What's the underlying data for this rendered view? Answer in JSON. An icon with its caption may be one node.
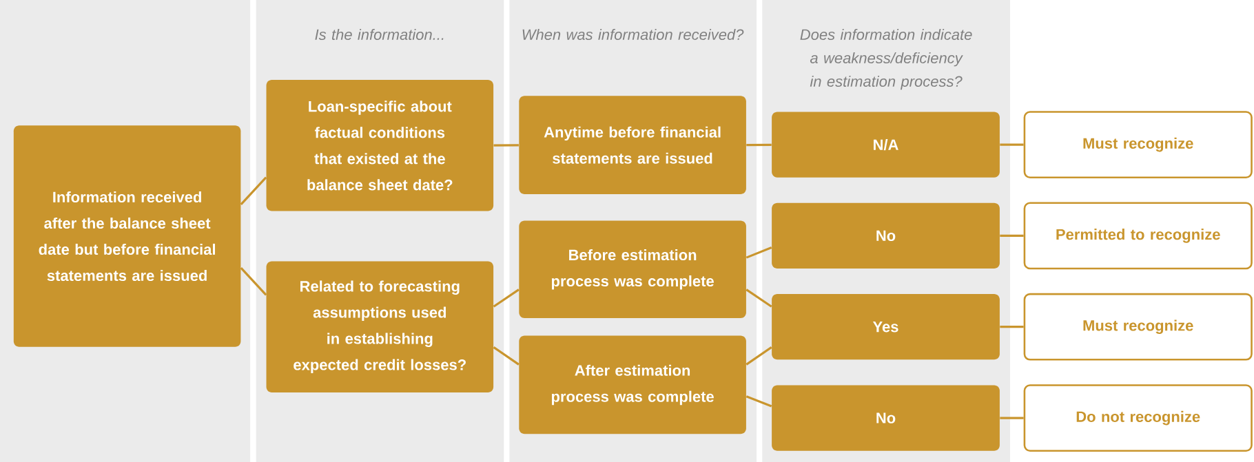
{
  "diagram": {
    "nodes": [
      {
        "text": [
          "Information received after the balance sheet date but before financial statements are issued"
        ]
      },
      {
        "text": [
          "Loan-specific about factual conditions that existed at the balance sheet date?"
        ]
      },
      {
        "text": [
          "Related to forecasting assumptions used in establishing expected credit losses?"
        ]
      },
      {
        "text": [
          "Anytime before financial statements are issued"
        ]
      },
      {
        "text": [
          "Before estimation process was complete"
        ]
      },
      {
        "text": [
          "After estimation process was complete"
        ]
      },
      {
        "text": [
          "N/A"
        ]
      },
      {
        "text": [
          "No"
        ]
      },
      {
        "text": [
          "Yes"
        ]
      },
      {
        "text": [
          "No"
        ]
      },
      {
        "text": [
          "Must recognize"
        ]
      },
      {
        "text": [
          "Permitted to recognize"
        ]
      },
      {
        "text": [
          "Must recognize"
        ]
      },
      {
        "text": [
          "Do not recognize"
        ]
      }
    ],
    "edges": [
      {
        "from": 0,
        "to": 1,
        "arrow": "none"
      },
      {
        "from": 0,
        "to": 2,
        "arrow": "none"
      },
      {
        "from": 1,
        "to": 3,
        "arrow": "none"
      },
      {
        "from": 2,
        "to": 4,
        "arrow": "none"
      },
      {
        "from": 2,
        "to": 5,
        "arrow": "none"
      },
      {
        "from": 3,
        "to": 6,
        "arrow": "none"
      },
      {
        "from": 4,
        "to": 7,
        "arrow": "none"
      },
      {
        "from": 4,
        "to": 8,
        "arrow": "none"
      },
      {
        "from": 5,
        "to": 8,
        "arrow": "none"
      },
      {
        "from": 5,
        "to": 9,
        "arrow": "none"
      },
      {
        "from": 6,
        "to": 10,
        "arrow": "none"
      },
      {
        "from": 7,
        "to": 11,
        "arrow": "none"
      },
      {
        "from": 8,
        "to": 12,
        "arrow": "none"
      },
      {
        "from": 9,
        "to": 13,
        "arrow": "none"
      }
    ],
    "labels": [
      "Is the information...",
      "When was information received?",
      "Does information indicate a weakness/deficiency in estimation process?"
    ]
  }
}
